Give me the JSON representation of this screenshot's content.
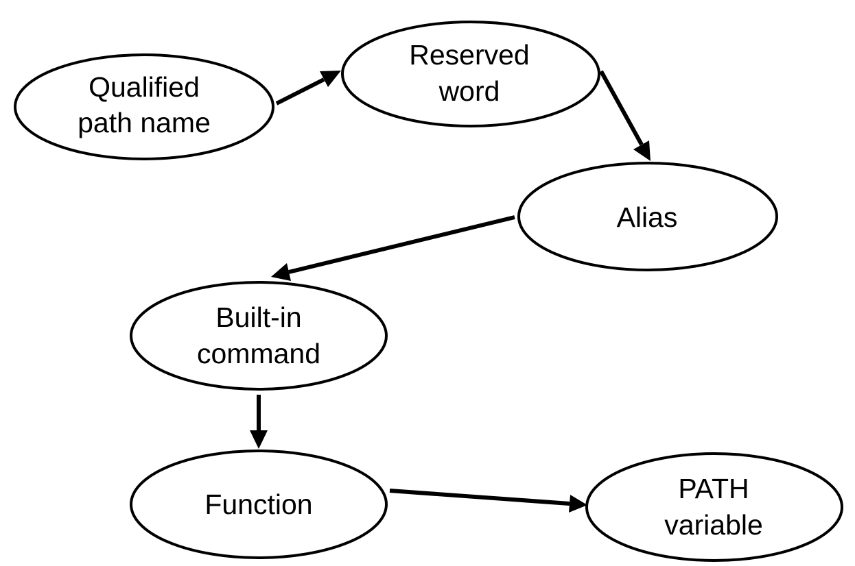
{
  "diagram": {
    "nodes": {
      "qualified": {
        "line1": "Qualified",
        "line2": "path name"
      },
      "reserved": {
        "line1": "Reserved",
        "line2": "word"
      },
      "alias": {
        "line1": "Alias"
      },
      "builtin": {
        "line1": "Built-in",
        "line2": "command"
      },
      "function": {
        "line1": "Function"
      },
      "path": {
        "line1": "PATH",
        "line2": "variable"
      }
    },
    "edges": [
      {
        "from": "qualified",
        "to": "reserved"
      },
      {
        "from": "reserved",
        "to": "alias"
      },
      {
        "from": "alias",
        "to": "builtin"
      },
      {
        "from": "builtin",
        "to": "function"
      },
      {
        "from": "function",
        "to": "path"
      }
    ],
    "colors": {
      "stroke": "#000000",
      "fill": "#ffffff",
      "text": "#000000"
    }
  }
}
